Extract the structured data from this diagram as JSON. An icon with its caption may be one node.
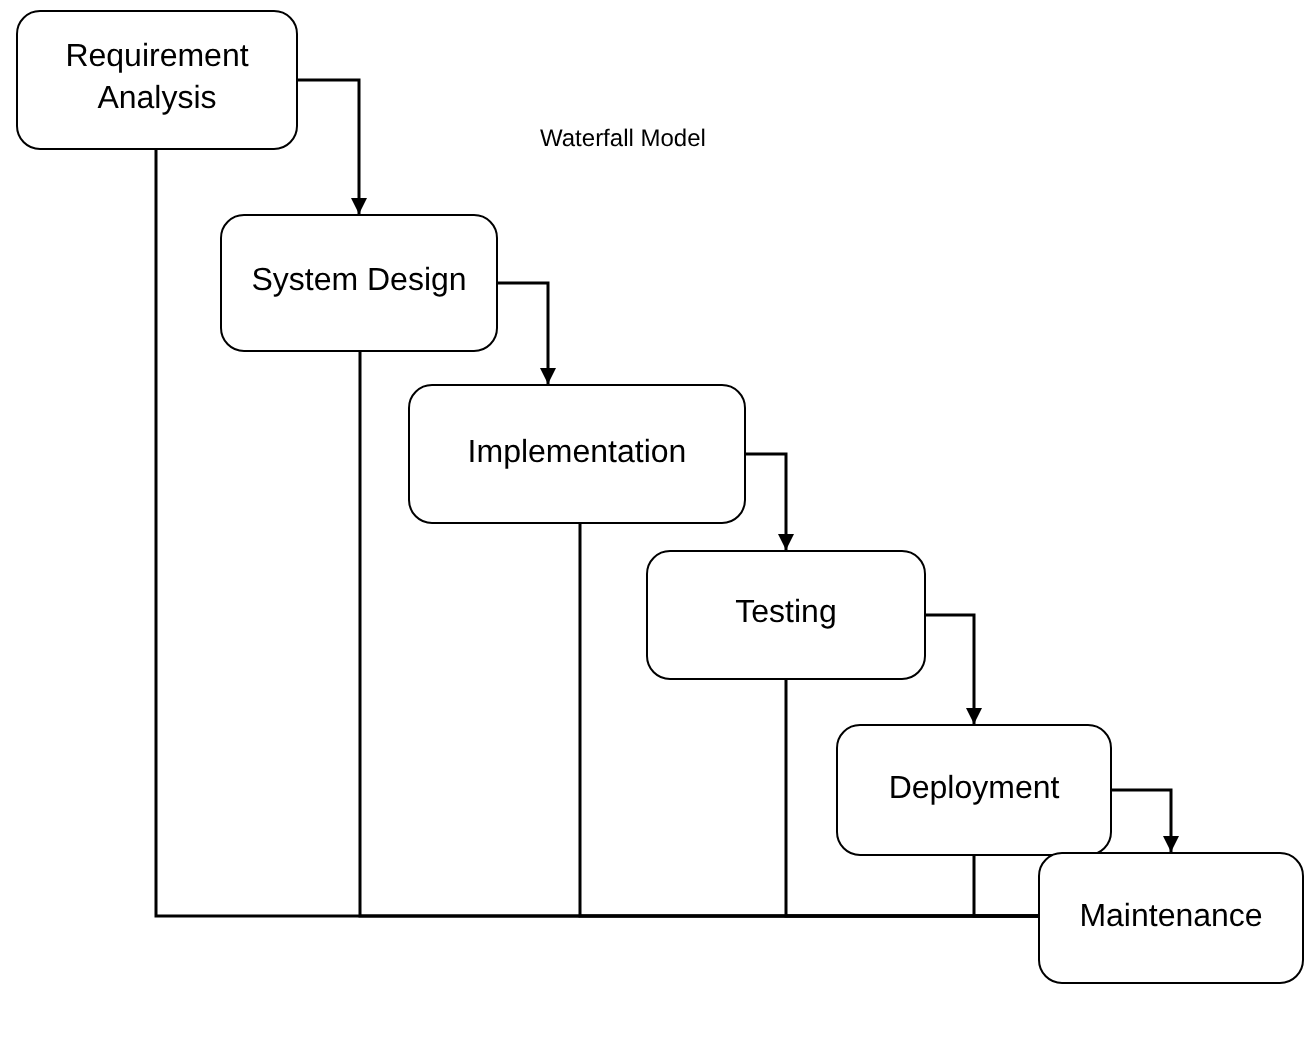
{
  "diagram": {
    "title": "Waterfall Model",
    "nodes": [
      {
        "text": [
          "Requirement Analysis"
        ]
      },
      {
        "text": [
          "System Design"
        ]
      },
      {
        "text": [
          "Implementation"
        ]
      },
      {
        "text": [
          "Testing"
        ]
      },
      {
        "text": [
          "Deployment"
        ]
      },
      {
        "text": [
          "Maintenance"
        ]
      }
    ],
    "edges": [
      {
        "from": 0,
        "to": 1,
        "arrow": "to"
      },
      {
        "from": 1,
        "to": 2,
        "arrow": "to"
      },
      {
        "from": 2,
        "to": 3,
        "arrow": "to"
      },
      {
        "from": 3,
        "to": 4,
        "arrow": "to"
      },
      {
        "from": 4,
        "to": 5,
        "arrow": "to"
      },
      {
        "from": 0,
        "to": 5,
        "arrow": "none"
      },
      {
        "from": 1,
        "to": 5,
        "arrow": "none"
      },
      {
        "from": 2,
        "to": 5,
        "arrow": "none"
      },
      {
        "from": 3,
        "to": 5,
        "arrow": "none"
      },
      {
        "from": 4,
        "to": 5,
        "arrow": "none"
      }
    ]
  }
}
